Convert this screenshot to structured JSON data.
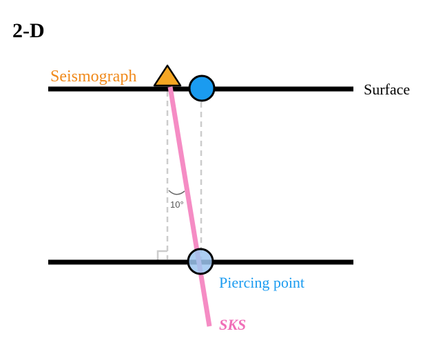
{
  "title": "2-D",
  "labels": {
    "seismograph": "Seismograph",
    "surface": "Surface",
    "angle": "10°",
    "piercing_point": "Piercing point",
    "ray": "SKS"
  },
  "colors": {
    "background": "#ffffff",
    "line": "#000000",
    "seismograph_fill": "#f5a623",
    "seismograph_label": "#f08a1c",
    "station_circle_fill": "#1a9bf0",
    "piercing_circle_fill": "#9ec5f0",
    "piercing_label": "#1a9bf0",
    "ray": "#f58cc4",
    "ray_label": "#f06fb8",
    "guide": "#cccccc",
    "angle_text": "#555555"
  },
  "icons": {
    "seismograph": "triangle-icon",
    "station": "circle-icon",
    "piercing": "circle-icon"
  }
}
